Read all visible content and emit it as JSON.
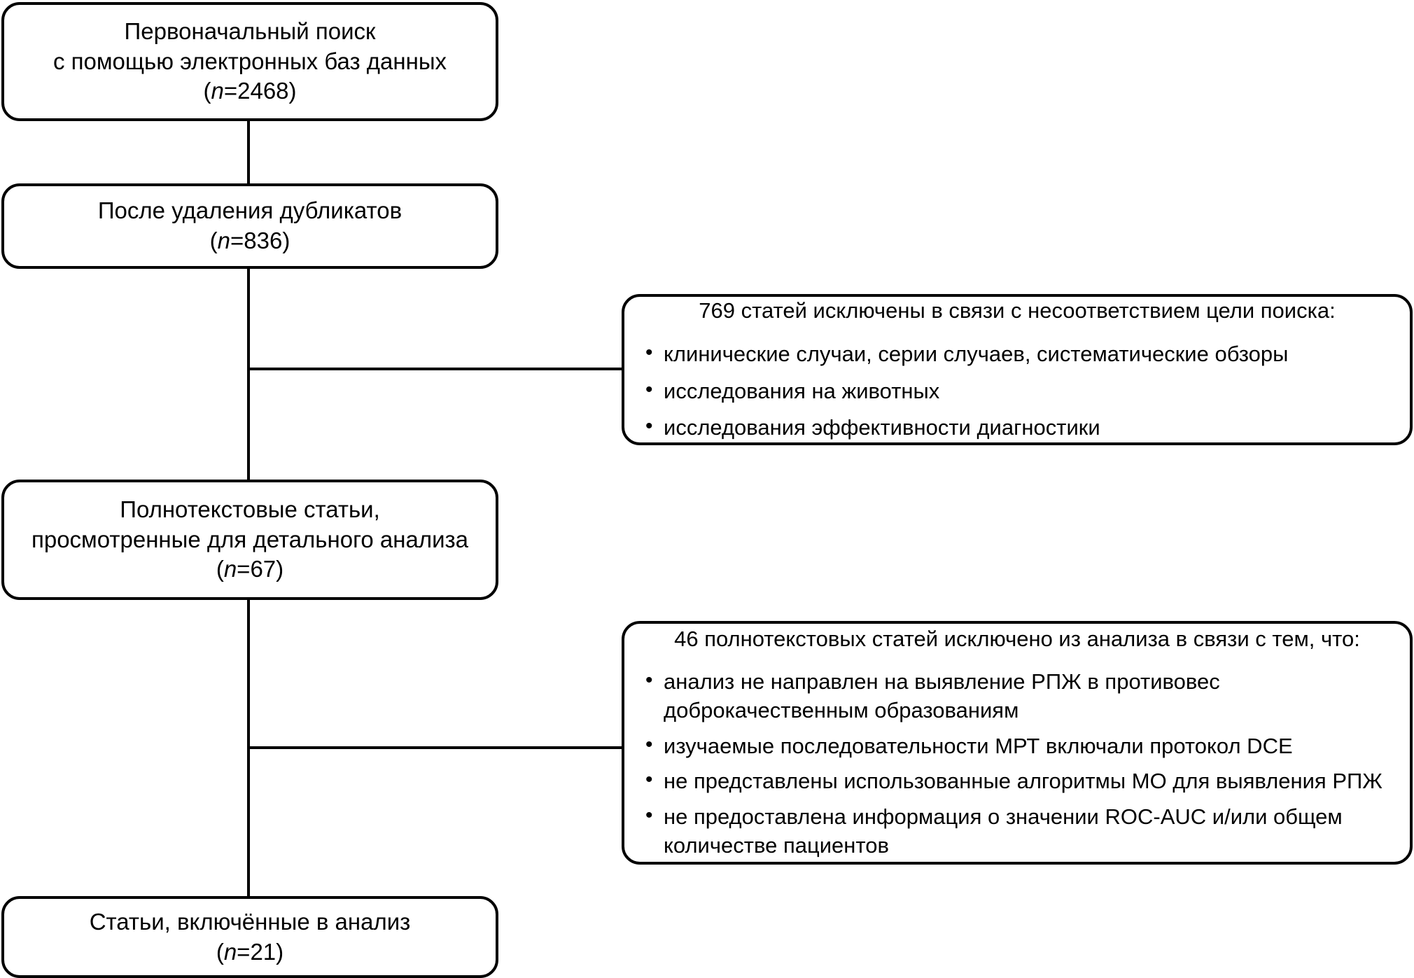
{
  "diagram": {
    "title": "PRISMA flow diagram of study selection",
    "language": "ru",
    "line_color": "#000000",
    "background_color": "#ffffff"
  },
  "nodes": [
    {
      "id": "initial-search",
      "lines": [
        "Первоначальный поиск",
        "с помощью электронных баз данных"
      ],
      "count_prefix": "(",
      "count_var": "n",
      "count_eq": "=",
      "count_value": "2468",
      "count_suffix": ")"
    },
    {
      "id": "after-duplicates",
      "lines": [
        "После удаления дубликатов"
      ],
      "count_prefix": "(",
      "count_var": "n",
      "count_eq": "=",
      "count_value": "836",
      "count_suffix": ")"
    },
    {
      "id": "fulltext-reviewed",
      "lines": [
        "Полнотекстовые статьи,",
        "просмотренные для детального анализа"
      ],
      "count_prefix": "(",
      "count_var": "n",
      "count_eq": "=",
      "count_value": "67",
      "count_suffix": ")"
    },
    {
      "id": "included",
      "lines": [
        "Статьи, включённые в анализ"
      ],
      "count_prefix": "(",
      "count_var": "n",
      "count_eq": "=",
      "count_value": "21",
      "count_suffix": ")"
    }
  ],
  "exclusions": [
    {
      "id": "excluded-screening",
      "count": "769",
      "heading": "769 статей исключены в связи с несоответствием цели поиска:",
      "items": [
        "клинические случаи, серии случаев, систематические обзоры",
        "исследования на животных",
        "исследования эффективности диагностики"
      ]
    },
    {
      "id": "excluded-fulltext",
      "count": "46",
      "heading": "46 полнотекстовых статей исключено из анализа в связи с тем, что:",
      "items": [
        "анализ не направлен на выявление РПЖ в противовес доброкачественным образованиям",
        "изучаемые последовательности МРТ включали протокол DCE",
        "не представлены использованные алгоритмы МО для выявления РПЖ",
        "не предоставлена информация о значении ROC-AUC и/или общем количестве пациентов"
      ]
    }
  ]
}
